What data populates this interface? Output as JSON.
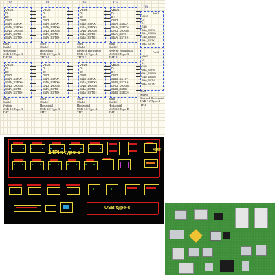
{
  "schematic": {
    "symbols": [
      {
        "refdes": "J12",
        "pins": [
          "VBUS",
          "D-",
          "D+",
          "GND",
          "StdA_SSRX-",
          "StdA_SSRX+",
          "GND_DRAIN",
          "StdA_SSTX-",
          "StdA_SSTX+"
        ],
        "shield": "Shell",
        "description": [
          "Shield",
          "Horizontal",
          "USB 3.0 Type A",
          "THT"
        ]
      },
      {
        "refdes": "J14",
        "pins": [
          "VBUS",
          "D-",
          "D+",
          "GND",
          "StdA_SSRX-",
          "StdA_SSRX+",
          "GND_DRAIN",
          "StdA_SSTX-",
          "StdA_SSTX+"
        ],
        "shield": "Shell",
        "description": [
          "Shield",
          "Horizontal",
          "USB 3.0 Type A",
          "THT"
        ]
      },
      {
        "refdes": "J16",
        "pins": [
          "VBUS",
          "D-",
          "D+",
          "GND",
          "StdA_SSRX-",
          "StdA_SSRX+",
          "GND_DRAIN",
          "StdA_SSTX-",
          "StdA_SSTX+"
        ],
        "shield": "Shell",
        "description": [
          "Shield",
          "Reverse Horizontal",
          "USB 3.0 Type A",
          "THT"
        ]
      },
      {
        "refdes": "J15",
        "pins": [
          "VBUS",
          "D-",
          "D+",
          "GND",
          "StdA_SSRX-",
          "StdA_SSRX+",
          "GND_DRAIN",
          "StdA_SSTX-",
          "StdA_SSTX+"
        ],
        "shield": "Shell",
        "description": [
          "Shield",
          "Reverse Horizontal",
          "USB 3.0 Type A",
          "THT"
        ]
      },
      {
        "refdes": "J18",
        "pins": [
          "VBUS",
          "D-",
          "D+",
          "GND",
          "StdA_SSRX-",
          "StdA_SSRX+",
          "GND_DRAIN",
          "StdA_SSTX-",
          "StdA_SSTX+"
        ],
        "shield": "Shell",
        "description": [
          "Shield",
          "Vertical",
          "USB 3.0 Type A",
          "THT"
        ]
      },
      {
        "refdes": "J13",
        "pins": [
          "VBUS",
          "D-",
          "D+",
          "GND",
          "StdA_SSRX-",
          "StdA_SSRX+",
          "GND_DRAIN",
          "StdA_SSTX-",
          "StdA_SSTX+"
        ],
        "shield": "Shell",
        "description": [
          "Shield",
          "Horizontal",
          "USB 3.0 Type A",
          "SMT"
        ]
      },
      {
        "refdes": "J17",
        "pins": [
          "VBUS",
          "D-",
          "D+",
          "GND",
          "StdA_SSRX-",
          "StdA_SSRX+",
          "GND_DRAIN",
          "StdA_SSTX-",
          "StdA_SSTX+"
        ],
        "shield": "Shell",
        "description": [
          "Shield",
          "Horizontal",
          "USB 3.0 Type A",
          "THT"
        ]
      },
      {
        "refdes": "J11",
        "pins": [
          "VBUS",
          "D-",
          "D+",
          "GND",
          "StdB_SSTX-",
          "StdB_SSTX+",
          "GND_DRAIN",
          "StdB_SSRX-",
          "StdB_SSRX+"
        ],
        "shield": "Shell",
        "description": [
          "Shield",
          "Horizontal",
          "USB 3.0 Type B",
          "THT"
        ]
      }
    ],
    "stacked": {
      "refdes": "J10",
      "port1_label": "Port 1",
      "port2_label": "Port 2",
      "port1_pins": [
        "VBUS",
        "D-",
        "D+",
        "GND",
        "StdA_SSRX-",
        "StdA_SSRX+",
        "GND_DRAIN",
        "StdA_SSTX-",
        "StdA_SSTX+"
      ],
      "port2_pins": [
        "VBUS",
        "D-",
        "D+",
        "GND",
        "StdA_SSRX-",
        "StdA_SSRX+",
        "GND_DRAIN",
        "StdA_SSTX-",
        "StdA_SSTX+"
      ],
      "shield": "Shell",
      "description": [
        "Shield",
        "Stacked Horizontal",
        "USB 3.0 Type A",
        "THT"
      ]
    }
  },
  "pcb": {
    "label_typec": "24Pin type-c",
    "label_smt": "SMT",
    "label_usb": "USB type-c",
    "colors": {
      "background": "#050505",
      "copper": "#d11b1b",
      "silkscreen": "#e8d43a",
      "courtyard": "#c03ad0",
      "label": "#f2e44a"
    }
  },
  "board3d": {
    "colors": {
      "soldermask": "#3f8f3a",
      "metal": "#c9ccd0",
      "plastic": "#1b1b1b"
    }
  }
}
